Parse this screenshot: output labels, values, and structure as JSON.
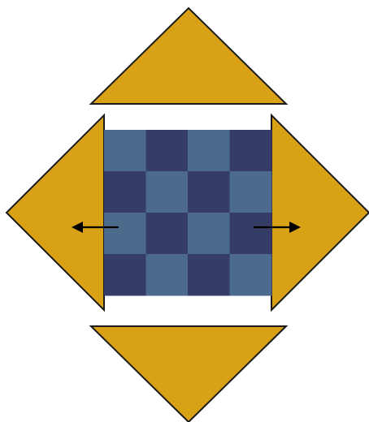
{
  "colors": {
    "background": "#ffffff",
    "triangle_fill": "#d9a116",
    "triangle_stroke": "#1a1a1a",
    "tile_light": "#4b6a8c",
    "tile_dark": "#353c66",
    "arrow": "#000000"
  },
  "checkerboard": {
    "rows": 4,
    "cols": 4,
    "pattern_start": "light"
  },
  "triangles": [
    {
      "name": "top-triangle",
      "direction": "up"
    },
    {
      "name": "bottom-triangle",
      "direction": "down"
    },
    {
      "name": "left-triangle",
      "direction": "left"
    },
    {
      "name": "right-triangle",
      "direction": "right"
    }
  ],
  "arrows": [
    {
      "name": "left-arrow",
      "direction": "left"
    },
    {
      "name": "right-arrow",
      "direction": "right"
    }
  ]
}
